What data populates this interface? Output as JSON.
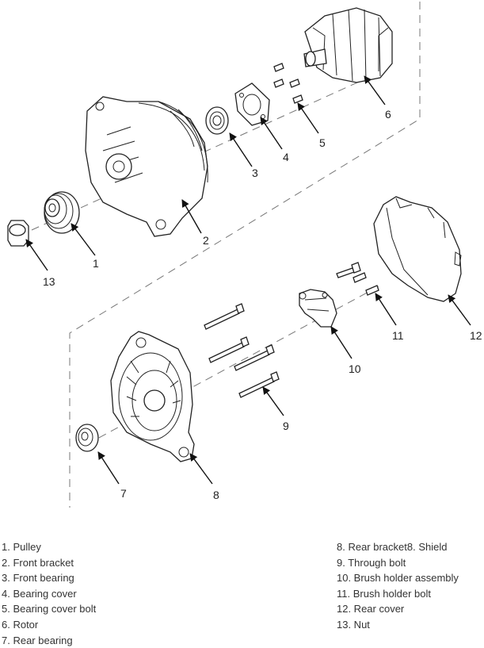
{
  "callouts": {
    "c1": "1",
    "c2": "2",
    "c3": "3",
    "c4": "4",
    "c5": "5",
    "c6": "6",
    "c7": "7",
    "c8": "8",
    "c9": "9",
    "c10": "10",
    "c11": "11",
    "c12": "12",
    "c13": "13"
  },
  "legend_left": [
    "1. Pulley",
    "2. Front bracket",
    "3. Front bearing",
    "4. Bearing cover",
    "5. Bearing cover bolt",
    "6. Rotor",
    "7. Rear bearing"
  ],
  "legend_right": [
    "8. Rear bracket8. Shield",
    "9. Through bolt",
    "10. Brush holder assembly",
    "11. Brush holder bolt",
    "12. Rear cover",
    "13. Nut"
  ]
}
